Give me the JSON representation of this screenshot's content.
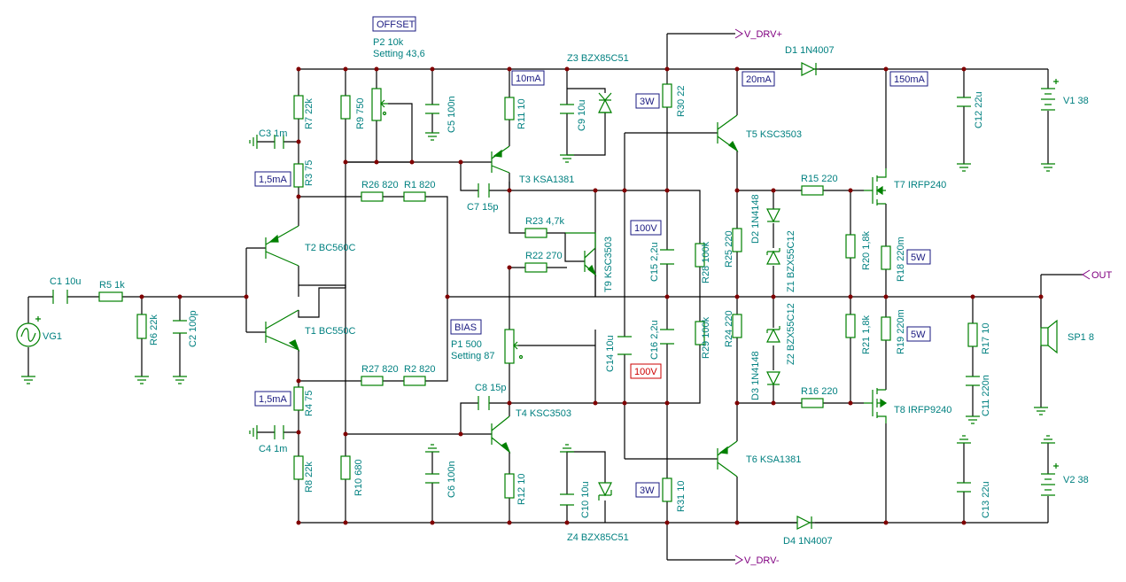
{
  "labels": {
    "offset_box": "OFFSET",
    "p2": "P2 10k",
    "p2_setting": "Setting 43,6",
    "bias_box": "BIAS",
    "p1": "P1 500",
    "p1_setting": "Setting 87",
    "r7": "R7 22k",
    "r3": "R3 75",
    "r9": "R9 750",
    "c5": "C5 100n",
    "c3": "C3 1m",
    "r26": "R26 820",
    "r1": "R1 820",
    "t2": "T2 BC560C",
    "t1": "T1 BC550C",
    "c1": "C1 10u",
    "r5": "R5 1k",
    "r6": "R6 22k",
    "c2": "C2 100p",
    "vg1": "VG1",
    "r27": "R27 820",
    "r2": "R2 820",
    "r4": "R4 75",
    "c4": "C4 1m",
    "r8": "R8 22k",
    "r10": "R10 680",
    "c6": "C6 100n",
    "r11": "R11 10",
    "t3": "T3 KSA1381",
    "c7": "C7 15p",
    "r23": "R23 4,7k",
    "r22": "R22 270",
    "t9": "T9 KSC3503",
    "c8": "C8 15p",
    "t4": "T4 KSC3503",
    "r12": "R12 10",
    "z3": "Z3 BZX85C51",
    "c9": "C9 10u",
    "c10": "C10 10u",
    "z4": "Z4 BZX85C51",
    "c14": "C14 10u",
    "r30": "R30 22",
    "r31": "R31 10",
    "c15": "C15 2,2u",
    "c16": "C16 2,2u",
    "r28": "R28 100k",
    "r29": "R29 100k",
    "r25": "R25 220",
    "r24": "R24 220",
    "t5": "T5 KSC3503",
    "t6": "T6 KSA1381",
    "d2": "D2 1N4148",
    "d3": "D3 1N4148",
    "z1": "Z1 BZX55C12",
    "z2": "Z2 BZX55C12",
    "r15": "R15 220",
    "r16": "R16 220",
    "r20": "R20 1,8k",
    "r21": "R21 1,8k",
    "r18": "R18 220m",
    "r19": "R19 220m",
    "t7": "T7 IRFP240",
    "t8": "T8 IRFP9240",
    "d1": "D1 1N4007",
    "d4": "D4 1N4007",
    "c12": "C12 22u",
    "c13": "C13 22u",
    "v1": "V1 38",
    "v2": "V2 38",
    "r17": "R17 10",
    "c11": "C11 220n",
    "sp1": "SP1 8",
    "vdrv_plus": "V_DRV+",
    "vdrv_minus": "V_DRV-",
    "out": "OUT"
  },
  "annotations": {
    "i_10ma": "10mA",
    "i_20ma": "20mA",
    "i_150ma": "150mA",
    "i_15ma_top": "1,5mA",
    "i_15ma_bot": "1,5mA",
    "p_3w_top": "3W",
    "p_3w_bot": "3W",
    "p_5w_top": "5W",
    "p_5w_bot": "5W",
    "v_100v_top": "100V",
    "v_100v_bot": "100V"
  },
  "colors": {
    "wire": "#000000",
    "component": "#008000",
    "label": "#008080",
    "annotation": "#1a1a80",
    "warning": "#cc0000",
    "net_label": "#800080",
    "junction": "#800000"
  }
}
